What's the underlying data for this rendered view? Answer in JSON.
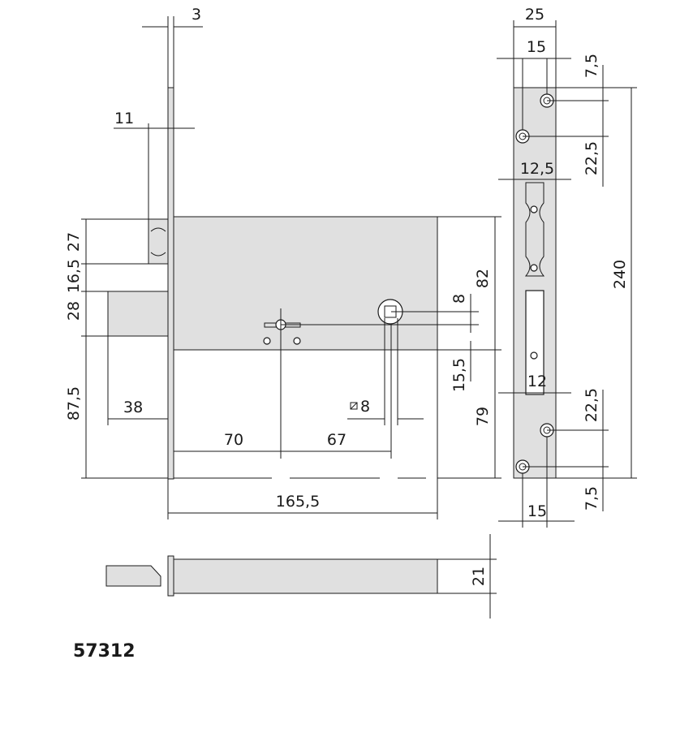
{
  "product_code": "57312",
  "dimensions": {
    "faceplate_thickness": "3",
    "latch_offset": "11",
    "latch_height": "27",
    "latch_to_bolt": "16,5",
    "bolt_height": "28",
    "bolt_to_bottom": "87,5",
    "bolt_throw": "38",
    "backset_spindle": "70",
    "spindle_to_cylinder": "67",
    "case_width": "165,5",
    "cylinder_hole": "8",
    "spindle_square": "8",
    "case_height": "82",
    "bottom_offset": "15,5",
    "cylinder_to_bottom": "79",
    "strike_width": "25",
    "strike_hole_spacing": "15",
    "strike_top_offset": "7,5",
    "strike_hole_gap_top": "22,5",
    "strike_latch_window": "12,5",
    "strike_total_height": "240",
    "strike_bolt_window": "12",
    "strike_hole_gap_bottom": "22,5",
    "strike_bottom_offset": "7,5",
    "strike_bottom_spacing": "15",
    "body_depth": "21"
  }
}
